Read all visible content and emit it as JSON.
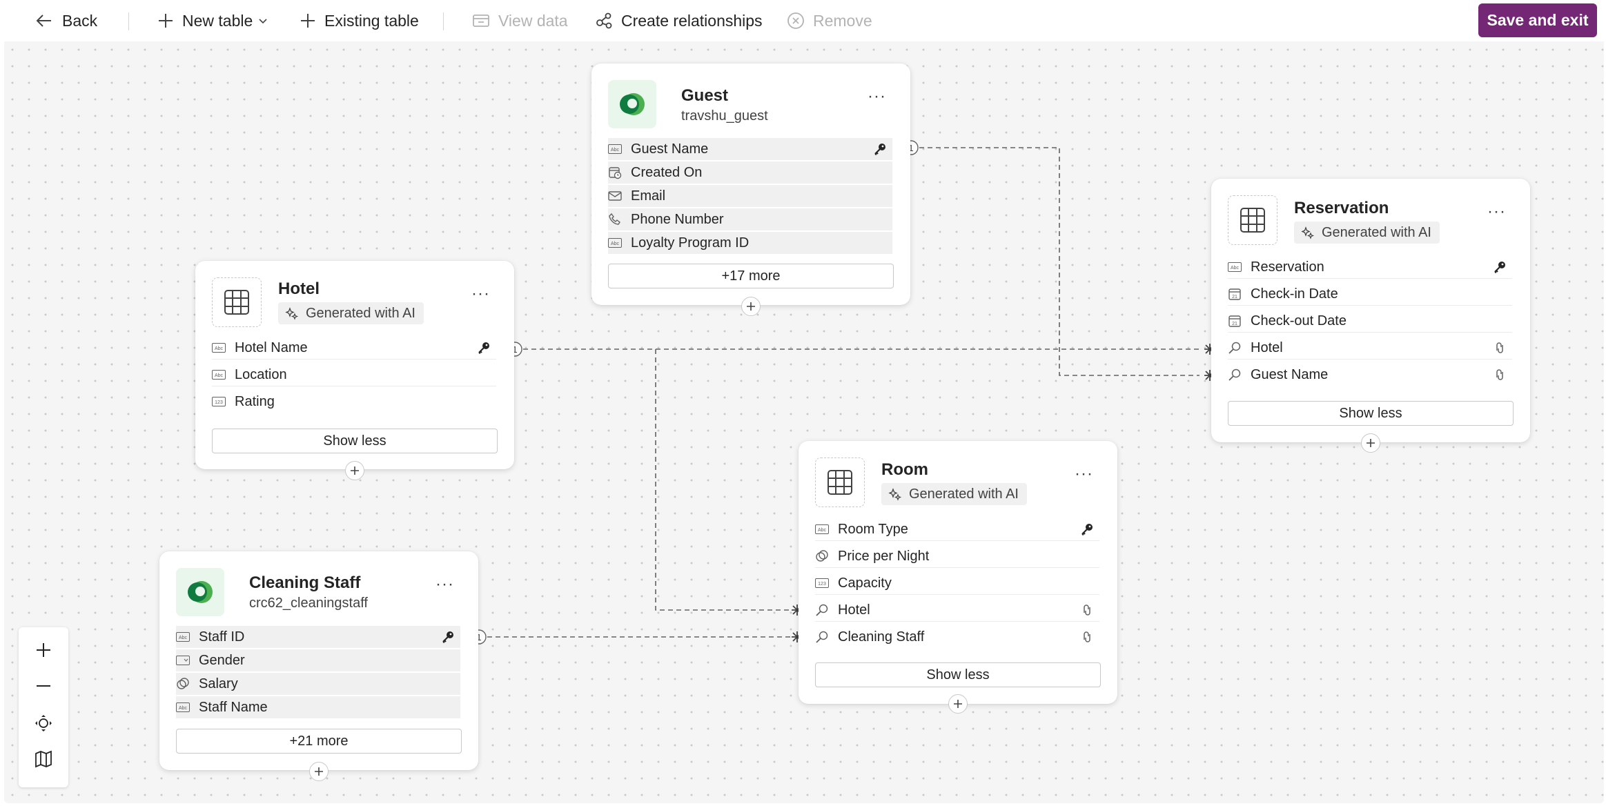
{
  "toolbar": {
    "back_label": "Back",
    "new_table_label": "New table",
    "existing_table_label": "Existing table",
    "view_data_label": "View data",
    "create_relationships_label": "Create relationships",
    "remove_label": "Remove",
    "save_exit_label": "Save and exit"
  },
  "colors": {
    "accent": "#742774",
    "canvas": "#f5f5f5",
    "dataverse_green": "#107c41"
  },
  "tables": {
    "guest": {
      "title": "Guest",
      "subtitle": "travshu_guest",
      "icon": "dataverse-logo-icon",
      "columns": [
        {
          "label": "Guest Name",
          "icon": "text-column-icon",
          "tail": "key-icon"
        },
        {
          "label": "Created On",
          "icon": "datetime-column-icon"
        },
        {
          "label": "Email",
          "icon": "email-column-icon"
        },
        {
          "label": "Phone Number",
          "icon": "phone-column-icon"
        },
        {
          "label": "Loyalty Program ID",
          "icon": "text-column-icon"
        }
      ],
      "more_label": "+17 more"
    },
    "hotel": {
      "title": "Hotel",
      "badge": "Generated with AI",
      "icon": "table-grid-icon",
      "columns": [
        {
          "label": "Hotel Name",
          "icon": "text-column-icon",
          "tail": "key-icon"
        },
        {
          "label": "Location",
          "icon": "text-column-icon"
        },
        {
          "label": "Rating",
          "icon": "number-column-icon"
        }
      ],
      "toggle_label": "Show less"
    },
    "reservation": {
      "title": "Reservation",
      "badge": "Generated with AI",
      "icon": "table-grid-icon",
      "columns": [
        {
          "label": "Reservation",
          "icon": "text-column-icon",
          "tail": "key-icon"
        },
        {
          "label": "Check-in Date",
          "icon": "date-column-icon"
        },
        {
          "label": "Check-out Date",
          "icon": "date-column-icon"
        },
        {
          "label": "Hotel",
          "icon": "lookup-column-icon",
          "tail": "relationship-icon"
        },
        {
          "label": "Guest Name",
          "icon": "lookup-column-icon",
          "tail": "relationship-icon"
        }
      ],
      "toggle_label": "Show less"
    },
    "room": {
      "title": "Room",
      "badge": "Generated with AI",
      "icon": "table-grid-icon",
      "columns": [
        {
          "label": "Room Type",
          "icon": "text-column-icon",
          "tail": "key-icon"
        },
        {
          "label": "Price per Night",
          "icon": "currency-column-icon"
        },
        {
          "label": "Capacity",
          "icon": "number-column-icon"
        },
        {
          "label": "Hotel",
          "icon": "lookup-column-icon",
          "tail": "relationship-icon"
        },
        {
          "label": "Cleaning Staff",
          "icon": "lookup-column-icon",
          "tail": "relationship-icon"
        }
      ],
      "toggle_label": "Show less"
    },
    "cleaning_staff": {
      "title": "Cleaning Staff",
      "subtitle": "crc62_cleaningstaff",
      "icon": "dataverse-logo-icon",
      "columns": [
        {
          "label": "Staff ID",
          "icon": "text-column-icon",
          "tail": "key-icon"
        },
        {
          "label": "Gender",
          "icon": "choice-column-icon"
        },
        {
          "label": "Salary",
          "icon": "currency-column-icon"
        },
        {
          "label": "Staff Name",
          "icon": "text-column-icon"
        }
      ],
      "more_label": "+21 more"
    }
  },
  "relationships": {
    "one_marker": "1",
    "many_marker": "*"
  },
  "zoom_controls": [
    "zoom-in-icon",
    "zoom-out-icon",
    "fit-view-icon",
    "minimap-icon"
  ]
}
